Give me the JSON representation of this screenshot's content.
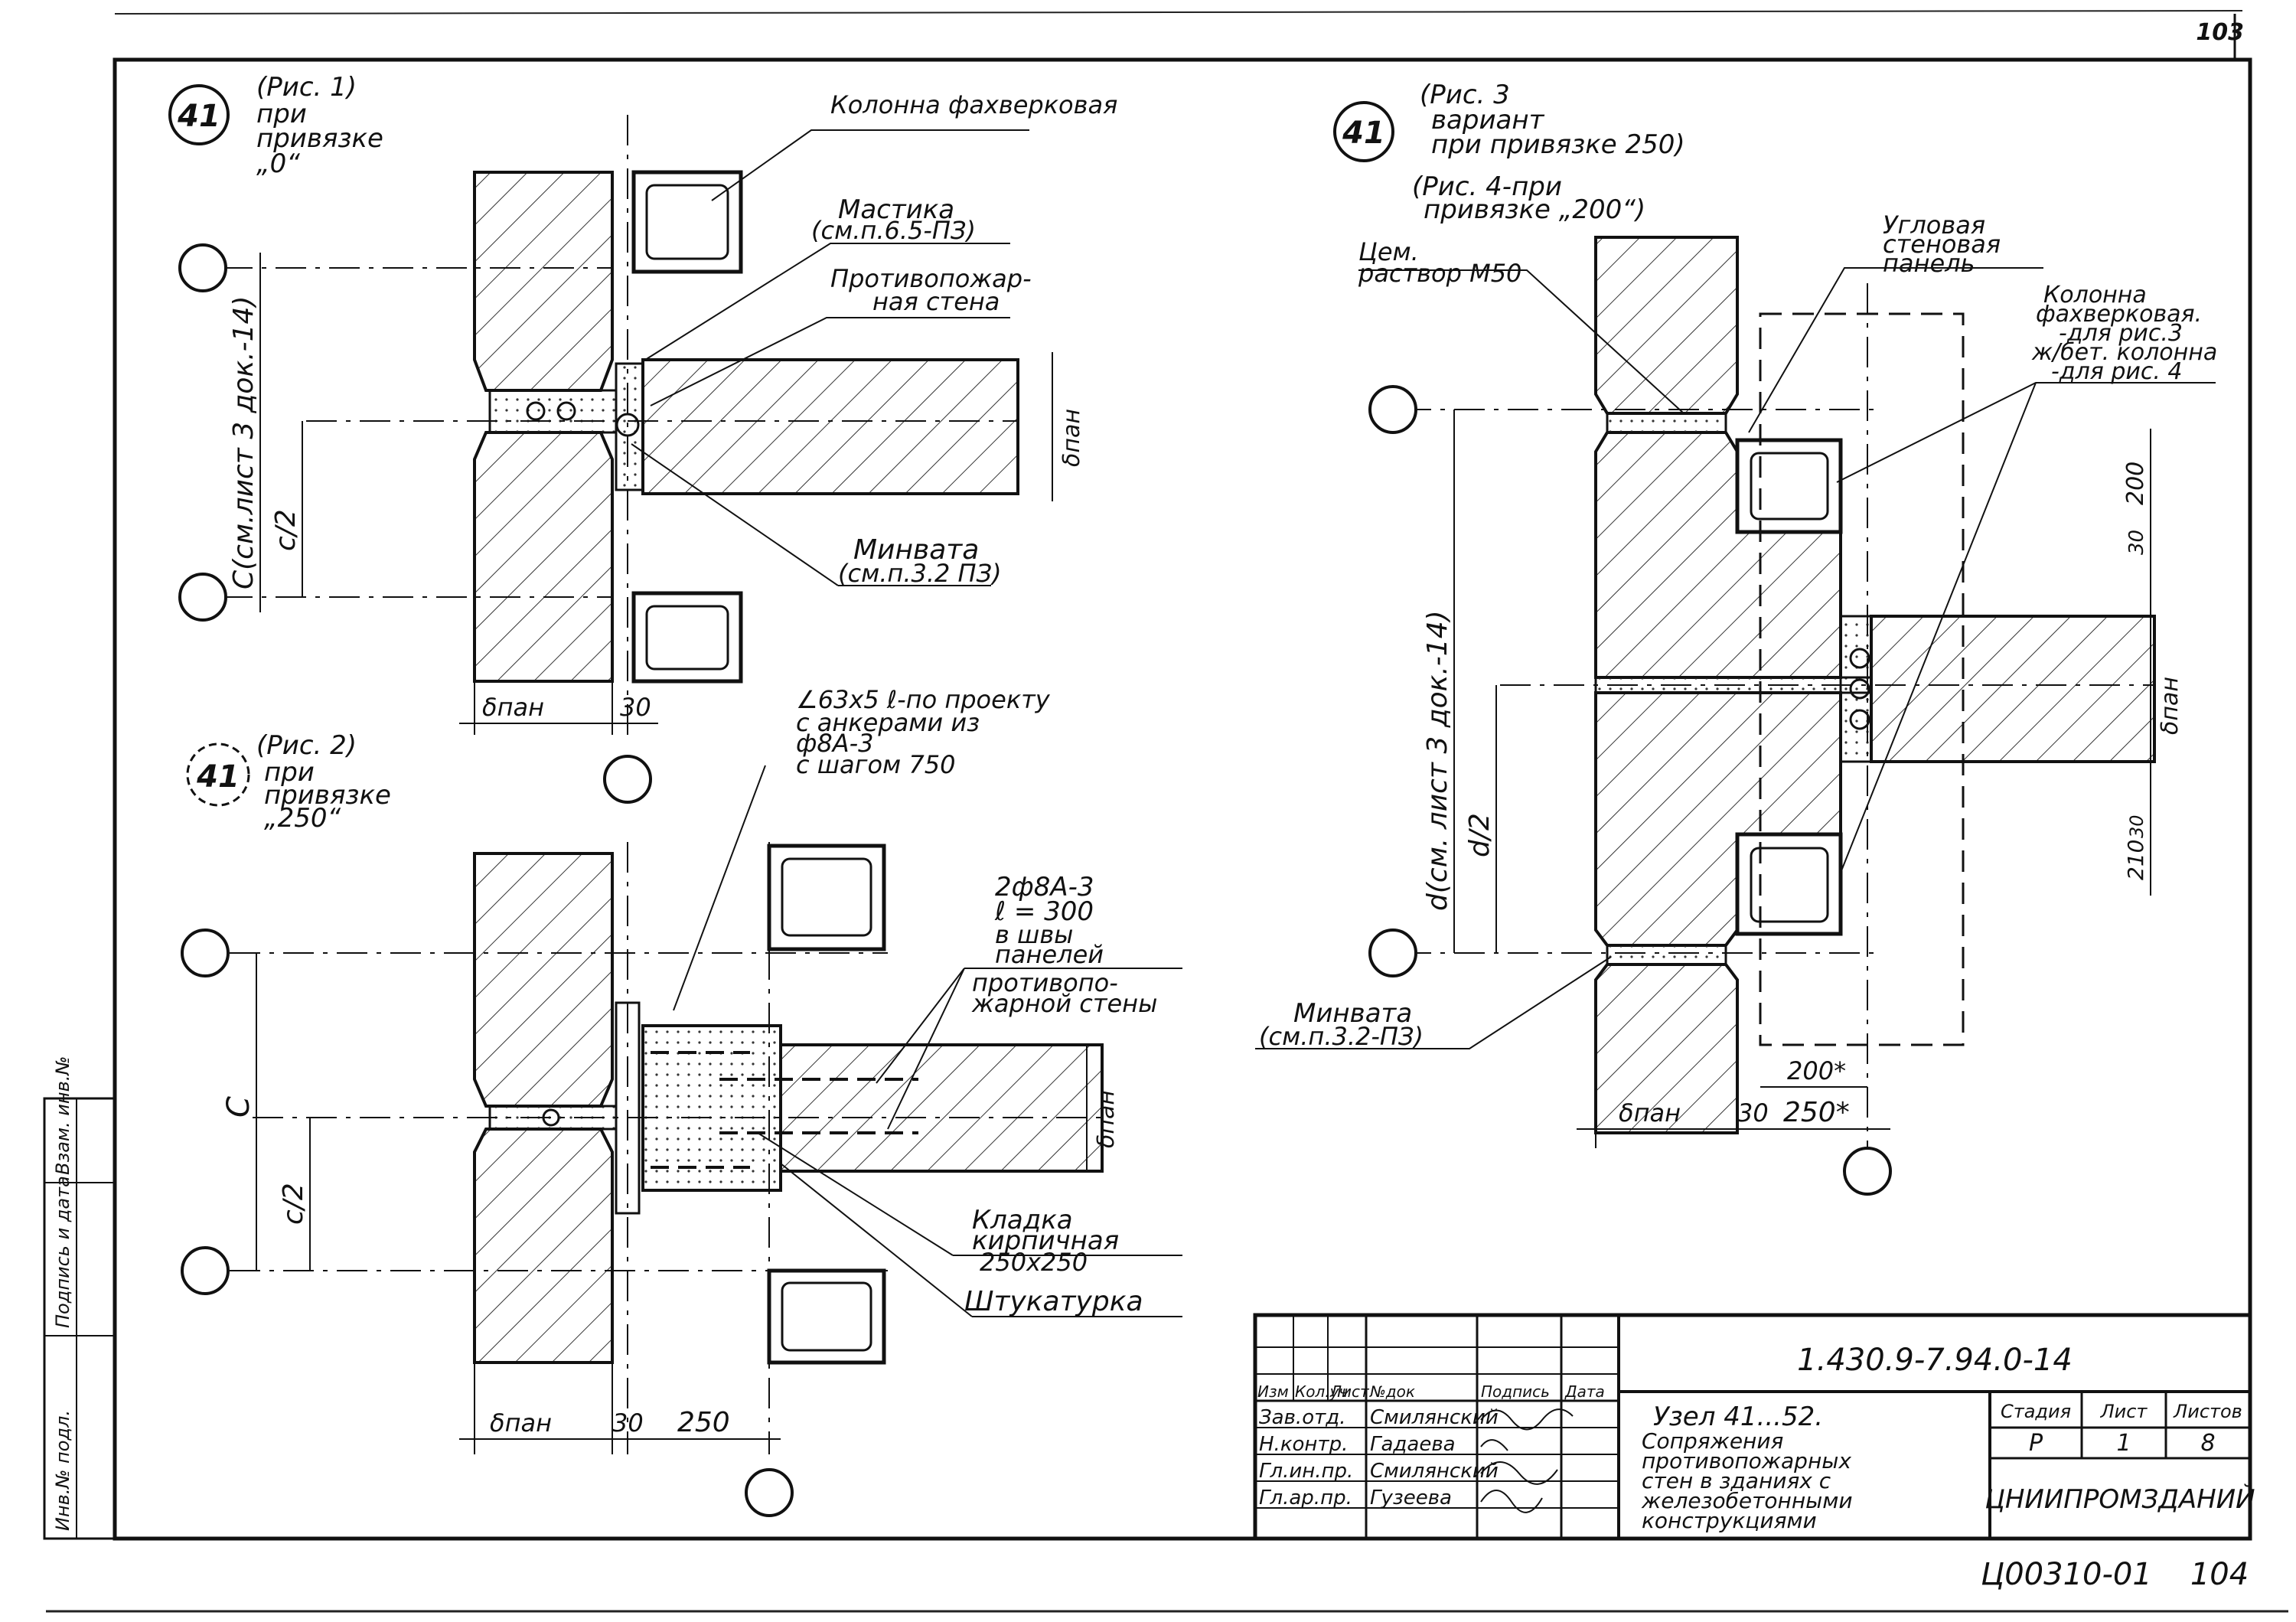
{
  "page": {
    "number_top": "103",
    "number_bottom": "104",
    "archive_code": "Ц00310-01"
  },
  "fig1": {
    "node": "41",
    "caption": [
      "(Рис. 1)",
      "при",
      "привязке",
      "„0“"
    ],
    "label_column": "Колонна фахверковая",
    "label_mastic": [
      "Мастика",
      "(см.п.6.5-ПЗ)"
    ],
    "label_firewall": [
      "Противопожар-",
      "ная стена"
    ],
    "label_minwool": [
      "Минвата",
      "(см.п.3.2 ПЗ)"
    ],
    "dim_c": "С(см.лист 3 док.-14)",
    "dim_c2": "с/2",
    "dim_dpan_v": "δпан",
    "dim_dpan": "δпан",
    "dim_30": "30"
  },
  "fig2": {
    "node": "41",
    "caption": [
      "(Рис. 2)",
      "при",
      "привязке",
      "„250“"
    ],
    "label_angle": [
      "∠63х5 ℓ-по проекту",
      "с анкерами из",
      "ф8А-3",
      "с шагом 750"
    ],
    "label_rebar": [
      "2ф8А-3",
      "ℓ = 300",
      "в швы",
      "панелей"
    ],
    "label_firewall": [
      "противопо-",
      "жарной стены"
    ],
    "label_brick": [
      "Кладка",
      "кирпичная",
      "250х250"
    ],
    "label_plaster": "Штукатурка",
    "dim_c": "С",
    "dim_c2": "с/2",
    "dim_dpan_v": "δпан",
    "dim_dpan": "δпан",
    "dim_30": "30",
    "dim_250": "250"
  },
  "fig3": {
    "node": "41",
    "caption": [
      "(Рис. 3",
      "вариант",
      "при привязке 250)"
    ],
    "caption2": [
      "(Рис. 4-при",
      "привязке „200“)"
    ],
    "label_mortar": [
      "Цем.",
      "раствор М50"
    ],
    "label_corner": [
      "Угловая",
      "стеновая",
      "панель"
    ],
    "label_column": [
      "Колонна",
      "фахверковая.",
      "-для рис.3",
      "ж/бет. колонна",
      "-для рис. 4"
    ],
    "label_minwool": [
      "Минвата",
      "(см.п.3.2-ПЗ)"
    ],
    "dim_d": "d(см. лист 3 док.-14)",
    "dim_d2": "d/2",
    "dim_200": "200",
    "dim_30a": "30",
    "dim_dpan_v": "δпан",
    "dim_210": "210",
    "dim_30b": "30",
    "dim_200s": "200*",
    "dim_dpan": "δпан",
    "dim_30c": "30",
    "dim_250s": "250*"
  },
  "side_stamp": [
    "Инв.№ подл.",
    "Подпись и дата",
    "Взам. инв.№"
  ],
  "title_block": {
    "code": "1.430.9-7.94.0-14",
    "head": [
      "Изм",
      "Кол.уч",
      "Лист",
      "№док",
      "Подпись",
      "Дата"
    ],
    "rows": [
      {
        "role": "Зав.отд.",
        "name": "Смилянский"
      },
      {
        "role": "Н.контр.",
        "name": "Гадаева"
      },
      {
        "role": "Гл.ин.пр.",
        "name": "Смилянский"
      },
      {
        "role": "Гл.ар.пр.",
        "name": "Гузеева"
      }
    ],
    "title": [
      "Узел 41...52.",
      "Сопряжения",
      "противопожарных",
      "стен в зданиях с",
      "железобетонными",
      "конструкциями"
    ],
    "stage_h": "Стадия",
    "sheet_h": "Лист",
    "sheets_h": "Листов",
    "stage": "Р",
    "sheet": "1",
    "sheets": "8",
    "org": "ЦНИИПРОМЗДАНИЙ"
  }
}
